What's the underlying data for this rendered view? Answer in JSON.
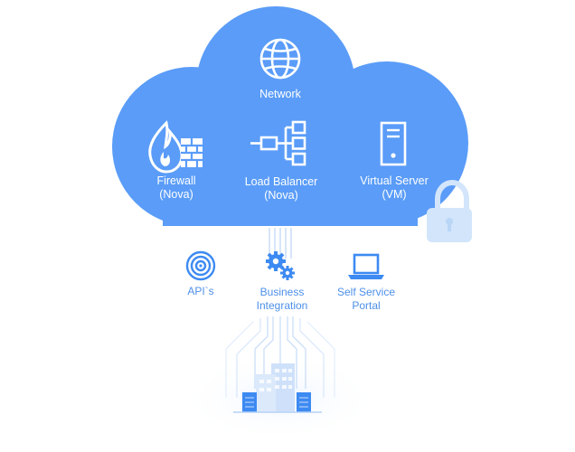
{
  "colors": {
    "cloud": "#5a9cf8",
    "cloud_icon": "#ffffff",
    "service_icon": "#3d8af2",
    "service_text": "#4d8fe8",
    "connector": "#a9c8f5",
    "building": "#cfe1fa",
    "lock": "#d2e5fb"
  },
  "cloud": {
    "network": {
      "label": "Network",
      "icon": "globe-icon"
    },
    "firewall": {
      "line1": "Firewall",
      "line2": "(Nova)",
      "icon": "firewall-icon"
    },
    "load_balancer": {
      "line1": "Load Balancer",
      "line2": "(Nova)",
      "icon": "load-balancer-icon"
    },
    "virtual_server": {
      "line1": "Virtual Server",
      "line2": "(VM)",
      "icon": "server-icon"
    },
    "lock_icon": "lock-icon"
  },
  "services": {
    "apis": {
      "line1": "API`s",
      "icon": "target-icon"
    },
    "business_integration": {
      "line1": "Business",
      "line2": "Integration",
      "icon": "gears-icon"
    },
    "self_service_portal": {
      "line1": "Self Service",
      "line2": "Portal",
      "icon": "laptop-icon"
    }
  },
  "datacenter": {
    "icon": "datacenter-icon"
  }
}
